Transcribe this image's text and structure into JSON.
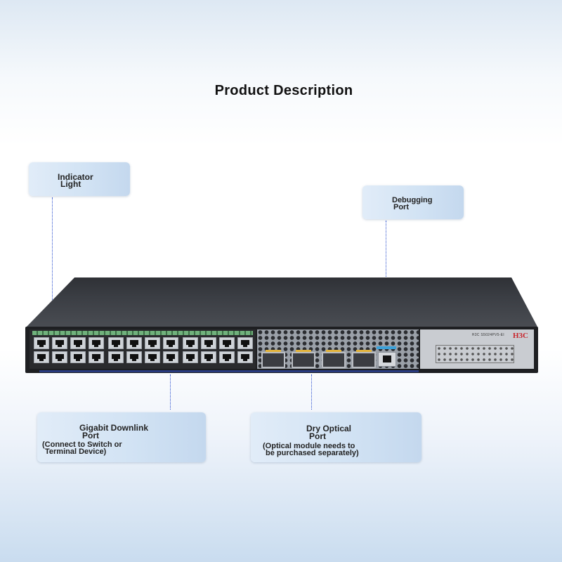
{
  "title": "Product Description",
  "callouts": {
    "indicator": {
      "line1": "Indicator",
      "line2": "Light"
    },
    "debugging": {
      "line1": "Debugging",
      "line2": "Port"
    },
    "downlink": {
      "line1": "Gigabit Downlink",
      "line2": "Port",
      "line3": "(Connect to Switch or",
      "line4": "Terminal Device)"
    },
    "optical": {
      "line1": "Dry Optical",
      "line2": "Port",
      "line3": "(Optical module needs to",
      "line4": "be purchased separately)"
    }
  },
  "device": {
    "brand": "H3C",
    "model": "H3C S5024PV5-EI"
  },
  "colors": {
    "leader": "#2a4fcf",
    "brand": "#c8242b"
  }
}
